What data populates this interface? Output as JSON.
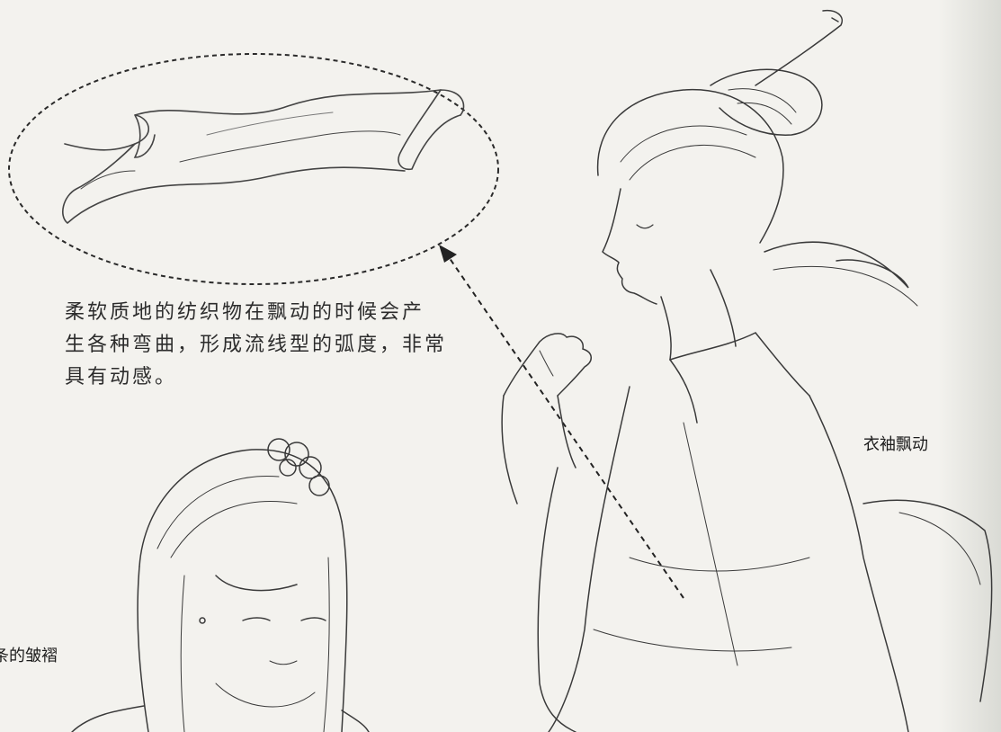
{
  "caption": {
    "line1": "柔软质地的纺织物在飘动的时候会产",
    "line2": "生各种弯曲，形成流线型的弧度，非常",
    "line3": "具有动感。"
  },
  "labels": {
    "sleeve": "衣袖飘动",
    "folds_partial": "条的皱褶"
  }
}
